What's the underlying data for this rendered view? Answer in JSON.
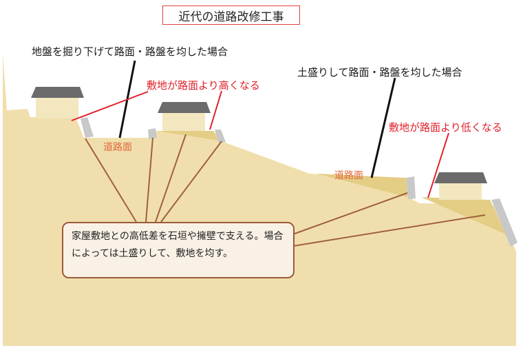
{
  "title": "近代の道路改修工事",
  "labels": {
    "excavated": "地盤を掘り下げて路面・路盤を均した場合",
    "site_higher": "敷地が路面より高くなる",
    "embanked": "土盛りして路面・路盤を均した場合",
    "site_lower": "敷地が路面より低くなる",
    "road_surface_1": "道路面",
    "road_surface_2": "道路面"
  },
  "note": "家屋敷地との高低差を石垣や擁壁で支える。場合によっては土盛りして、敷地を均す。",
  "colors": {
    "ground": "#f0dfad",
    "fill_soil": "#e4cd84",
    "roof": "#6b6b6b",
    "house": "#f3e7bf",
    "wall": "#c8c8c8",
    "leader": "#a0603c",
    "red_line": "#e0202a",
    "note_border": "#9b5a3a"
  }
}
